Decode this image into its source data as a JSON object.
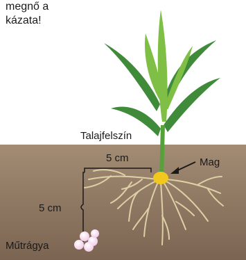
{
  "caption": {
    "line1": "megnő a",
    "line2": "kázata!"
  },
  "labels": {
    "soil_surface": "Talajfelszín",
    "horizontal_distance": "5 cm",
    "vertical_distance": "5 cm",
    "seed": "Mag",
    "fertilizer": "Műtrágya"
  },
  "colors": {
    "soil_top": "#a38c74",
    "soil_bottom": "#7b6552",
    "leaf_dark": "#3f8b3a",
    "leaf_light": "#7fbf45",
    "stem": "#56a23a",
    "root": "#ddd0a6",
    "seed": "#f2c81e",
    "fertilizer": "#f1c8e6"
  }
}
